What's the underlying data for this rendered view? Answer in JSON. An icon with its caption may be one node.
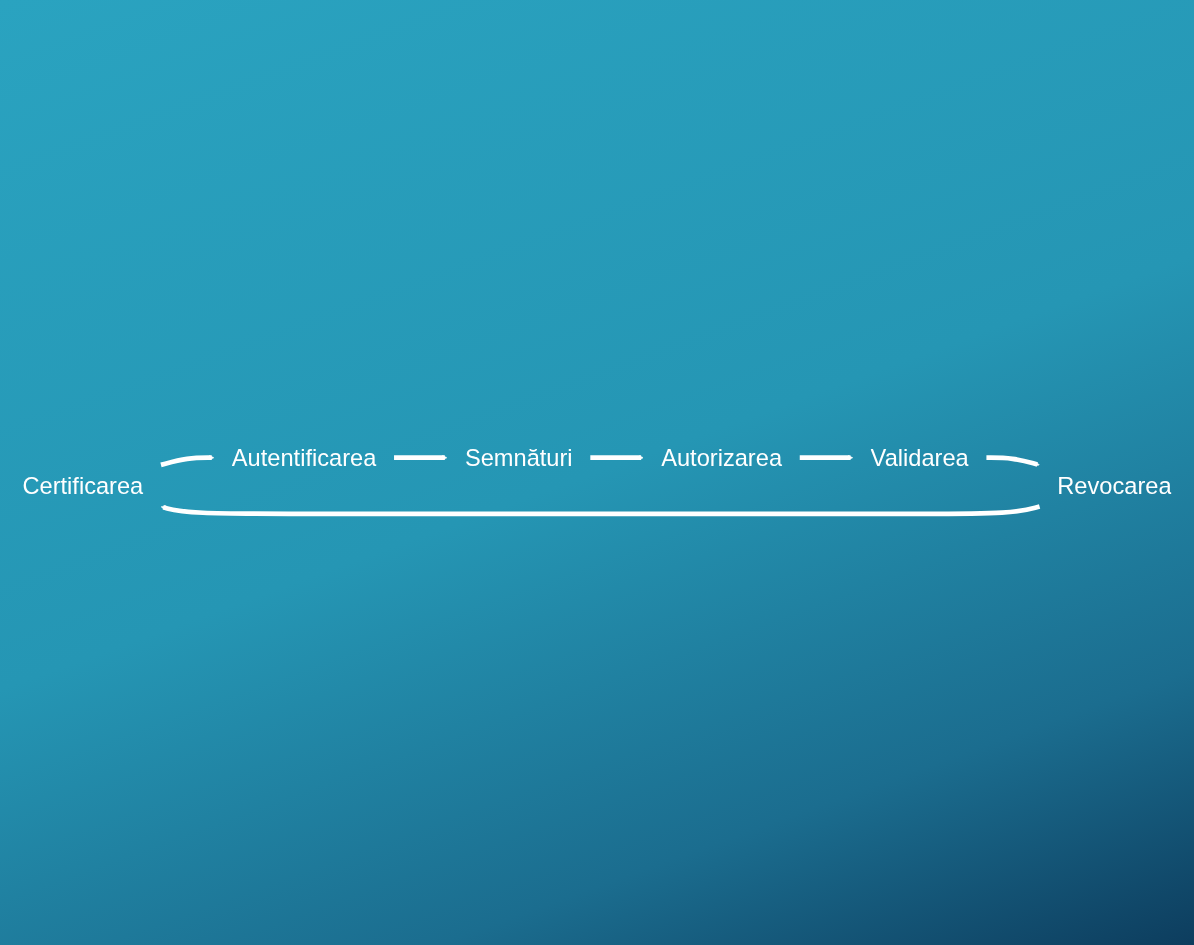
{
  "diagram": {
    "nodes": [
      {
        "text": [
          "Certificarea"
        ]
      },
      {
        "text": [
          "Autentificarea"
        ]
      },
      {
        "text": [
          "Revocarea"
        ]
      },
      {
        "text": [
          "Semnături"
        ]
      },
      {
        "text": [
          "Validarea"
        ]
      },
      {
        "text": [
          "Autorizarea"
        ]
      }
    ],
    "edges": [
      {
        "from": 0,
        "to": 1,
        "arrow": "to"
      },
      {
        "from": 1,
        "to": 3,
        "arrow": "to"
      },
      {
        "from": 3,
        "to": 5,
        "arrow": "to"
      },
      {
        "from": 5,
        "to": 4,
        "arrow": "to"
      },
      {
        "from": 4,
        "to": 2,
        "arrow": "to"
      },
      {
        "from": 2,
        "to": 0,
        "arrow": "to"
      }
    ]
  }
}
